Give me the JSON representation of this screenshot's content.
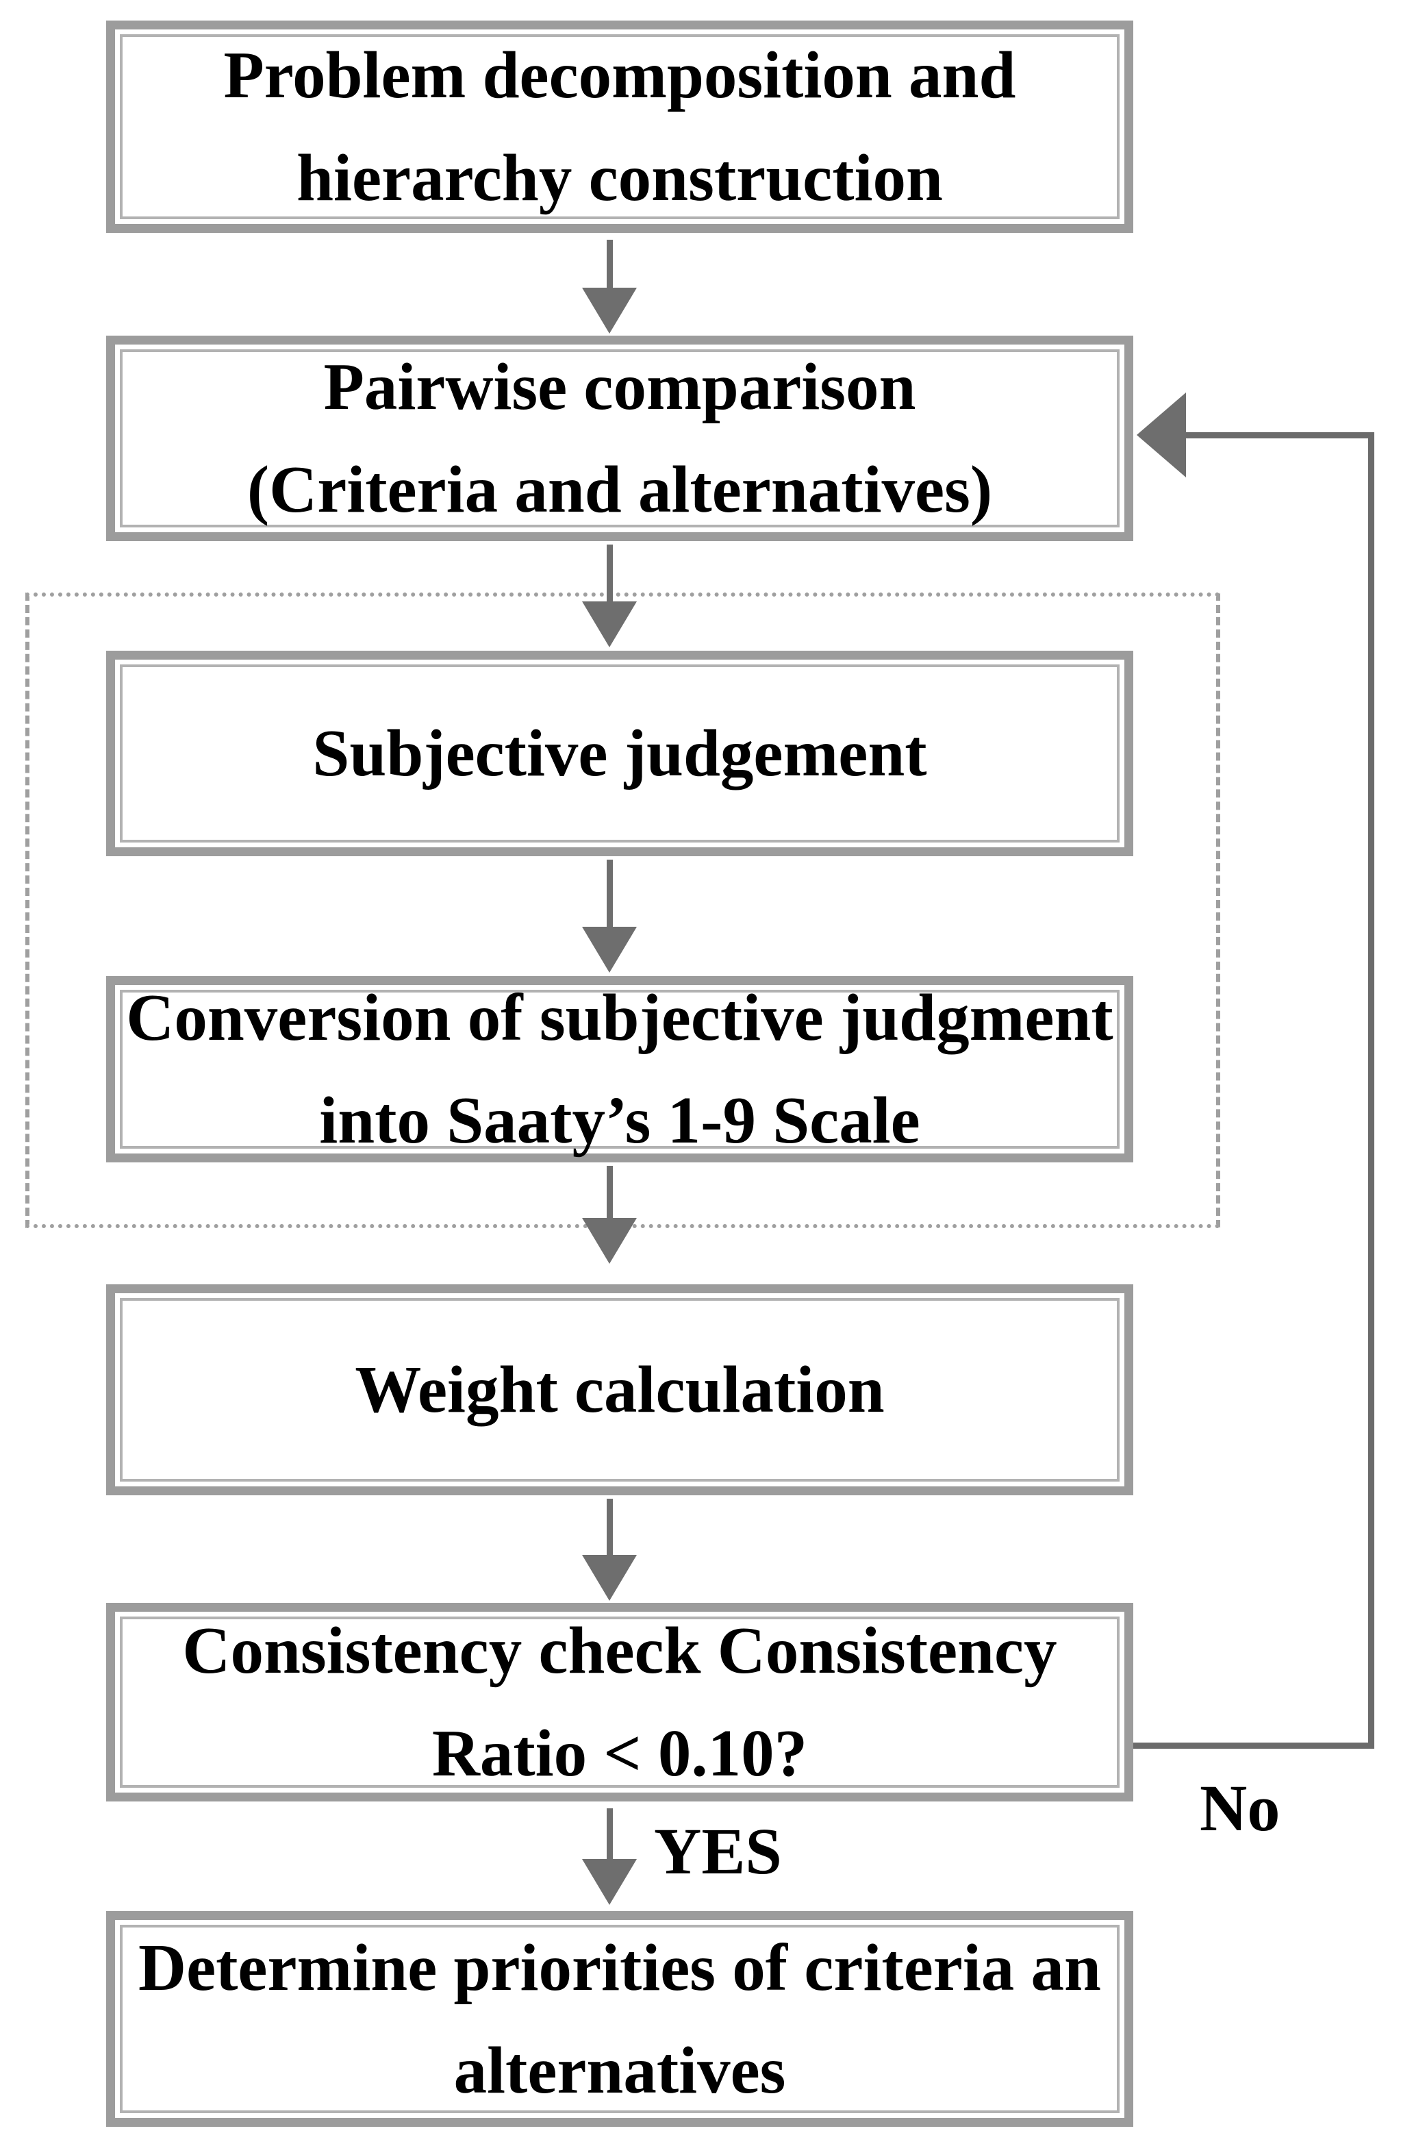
{
  "flowchart": {
    "nodes": {
      "problem": {
        "line1": "Problem decomposition and",
        "line2": "hierarchy construction"
      },
      "pairwise": {
        "line1": "Pairwise comparison",
        "line2": "(Criteria and alternatives)"
      },
      "subjective": {
        "line1": "Subjective judgement"
      },
      "conversion": {
        "line1": "Conversion of subjective judgment",
        "line2": "into Saaty’s 1-9 Scale"
      },
      "weight": {
        "line1": "Weight calculation"
      },
      "consistency": {
        "line1": "Consistency check Consistency",
        "line2": "Ratio < 0.10?"
      },
      "determine": {
        "line1": "Determine priorities of criteria an",
        "line2": "alternatives"
      }
    },
    "edge_labels": {
      "yes": "YES",
      "no": "No"
    },
    "edges": [
      {
        "from": "problem",
        "to": "pairwise"
      },
      {
        "from": "pairwise",
        "to": "subjective"
      },
      {
        "from": "subjective",
        "to": "conversion"
      },
      {
        "from": "conversion",
        "to": "weight"
      },
      {
        "from": "weight",
        "to": "consistency"
      },
      {
        "from": "consistency",
        "to": "determine",
        "label": "YES"
      },
      {
        "from": "consistency",
        "to": "pairwise",
        "label": "No"
      }
    ],
    "dashed_group_contains": [
      "subjective",
      "conversion"
    ],
    "colors": {
      "box_border": "#9c9c9c",
      "box_inner_frame": "#b2b2b2",
      "arrow": "#6e6e6e",
      "feedback_line": "#6b6b6b",
      "dashed_border": "#9f9f9f",
      "text": "#000000",
      "background": "#ffffff"
    }
  }
}
